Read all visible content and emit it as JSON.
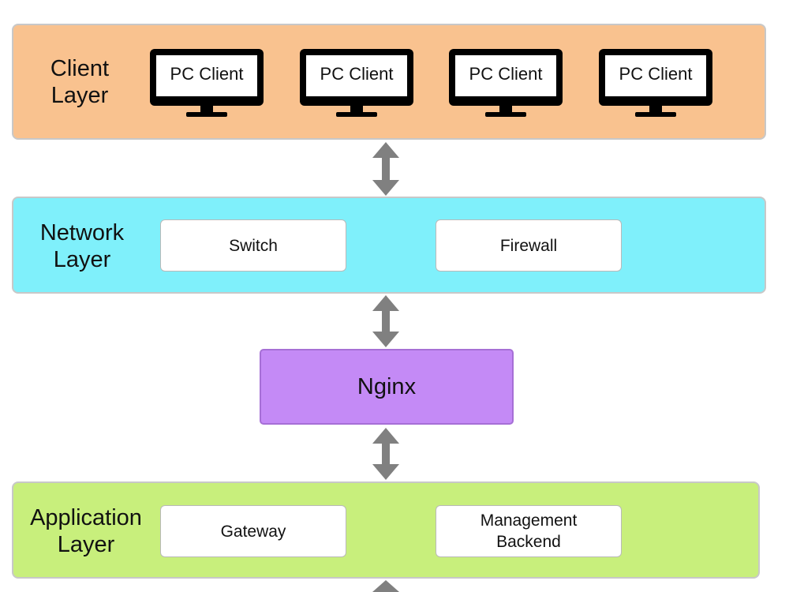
{
  "colors": {
    "client_layer": "#f9c28f",
    "network_layer": "#7ff0fb",
    "nginx": "#c48af6",
    "application_layer": "#c8ef7c",
    "arrow": "#808080"
  },
  "client_layer": {
    "title": "Client\nLayer",
    "clients": [
      {
        "label": "PC Client"
      },
      {
        "label": "PC Client"
      },
      {
        "label": "PC Client"
      },
      {
        "label": "PC Client"
      }
    ]
  },
  "network_layer": {
    "title": "Network\nLayer",
    "components": [
      {
        "label": "Switch"
      },
      {
        "label": "Firewall"
      }
    ]
  },
  "nginx": {
    "label": "Nginx"
  },
  "application_layer": {
    "title": "Application\nLayer",
    "components": [
      {
        "label": "Gateway"
      },
      {
        "label": "Management\nBackend"
      }
    ]
  }
}
